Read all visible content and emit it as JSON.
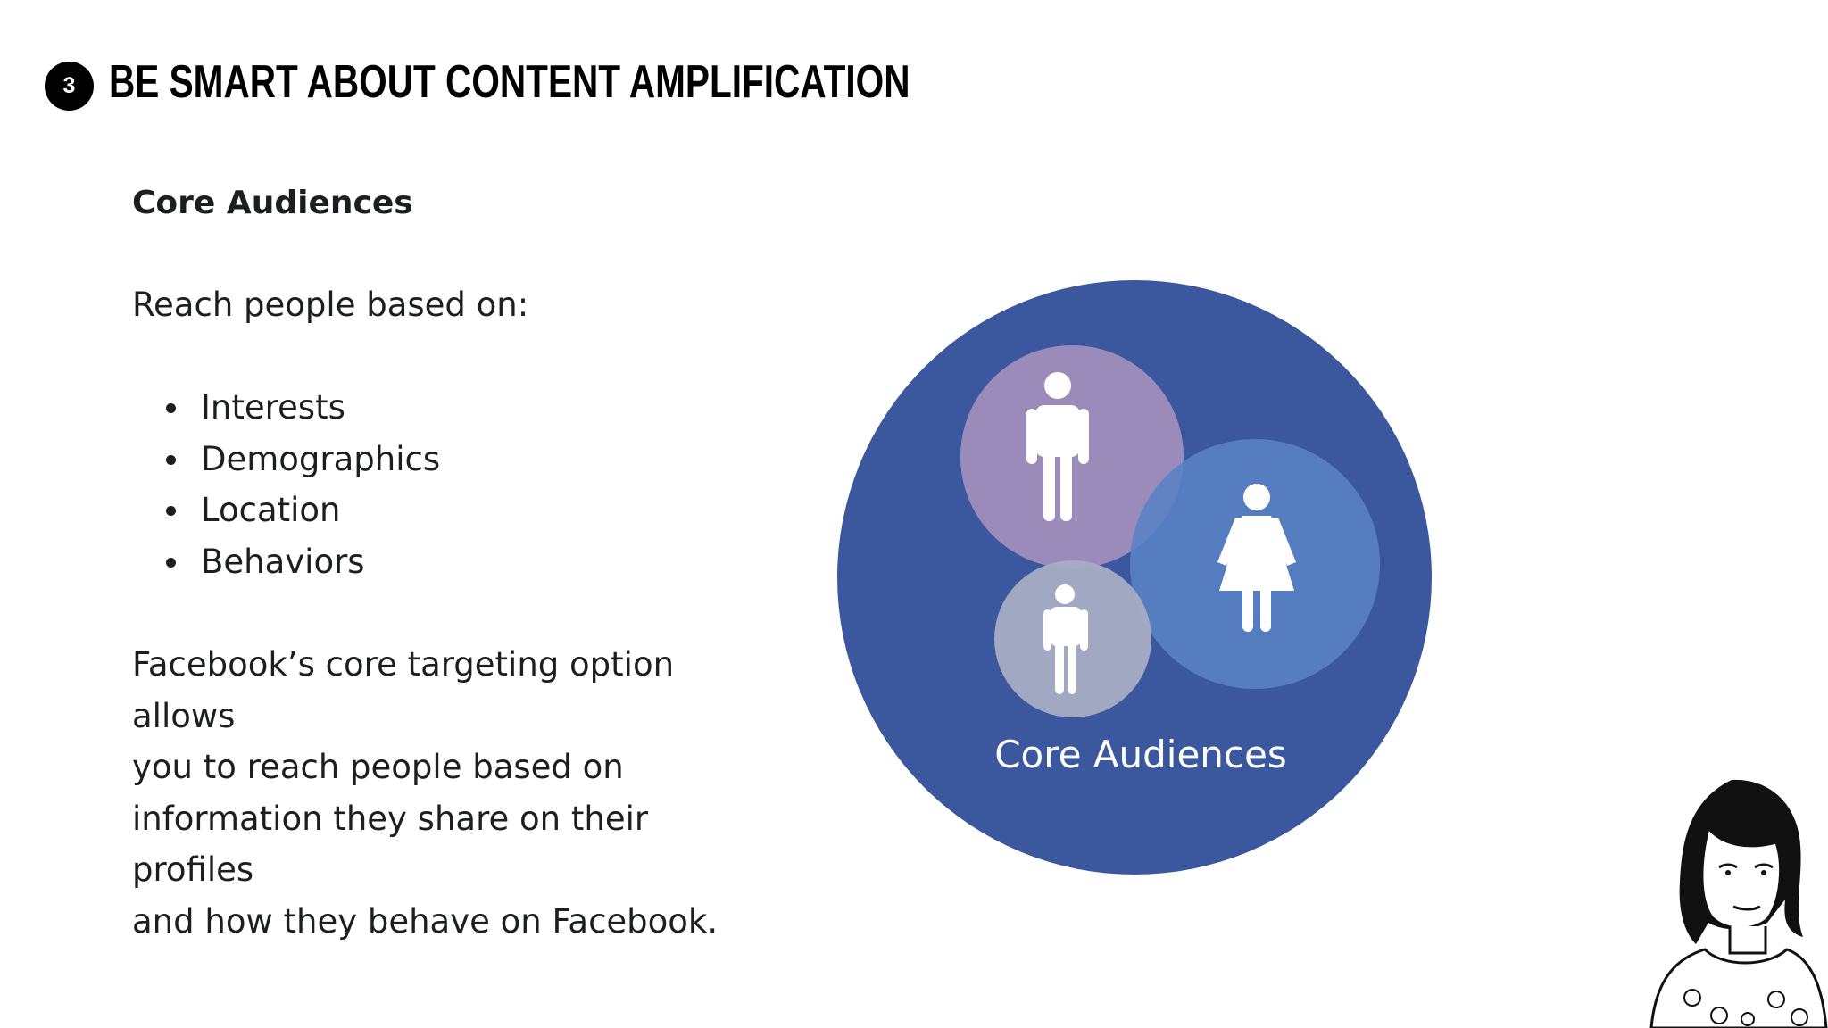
{
  "header": {
    "step_number": "3",
    "title": "BE SMART ABOUT CONTENT AMPLIFICATION"
  },
  "content": {
    "heading": "Core Audiences",
    "intro": "Reach people based on:",
    "criteria": [
      "Interests",
      "Demographics",
      "Location",
      "Behaviors"
    ],
    "description_lines": [
      "Facebook’s core targeting option allows",
      "you to reach people based on",
      "information they share on their profiles",
      "and how they behave on Facebook."
    ]
  },
  "diagram": {
    "label": "Core Audiences",
    "colors": {
      "outer": "#3b579d",
      "purple": "#9a8bbb",
      "blue": "#5b82c5",
      "gray": "#a6adc4",
      "figure": "#ffffff"
    },
    "figures": [
      "man-icon",
      "woman-icon",
      "child-icon"
    ]
  },
  "presenter": {
    "icon": "presenter-avatar-icon"
  }
}
